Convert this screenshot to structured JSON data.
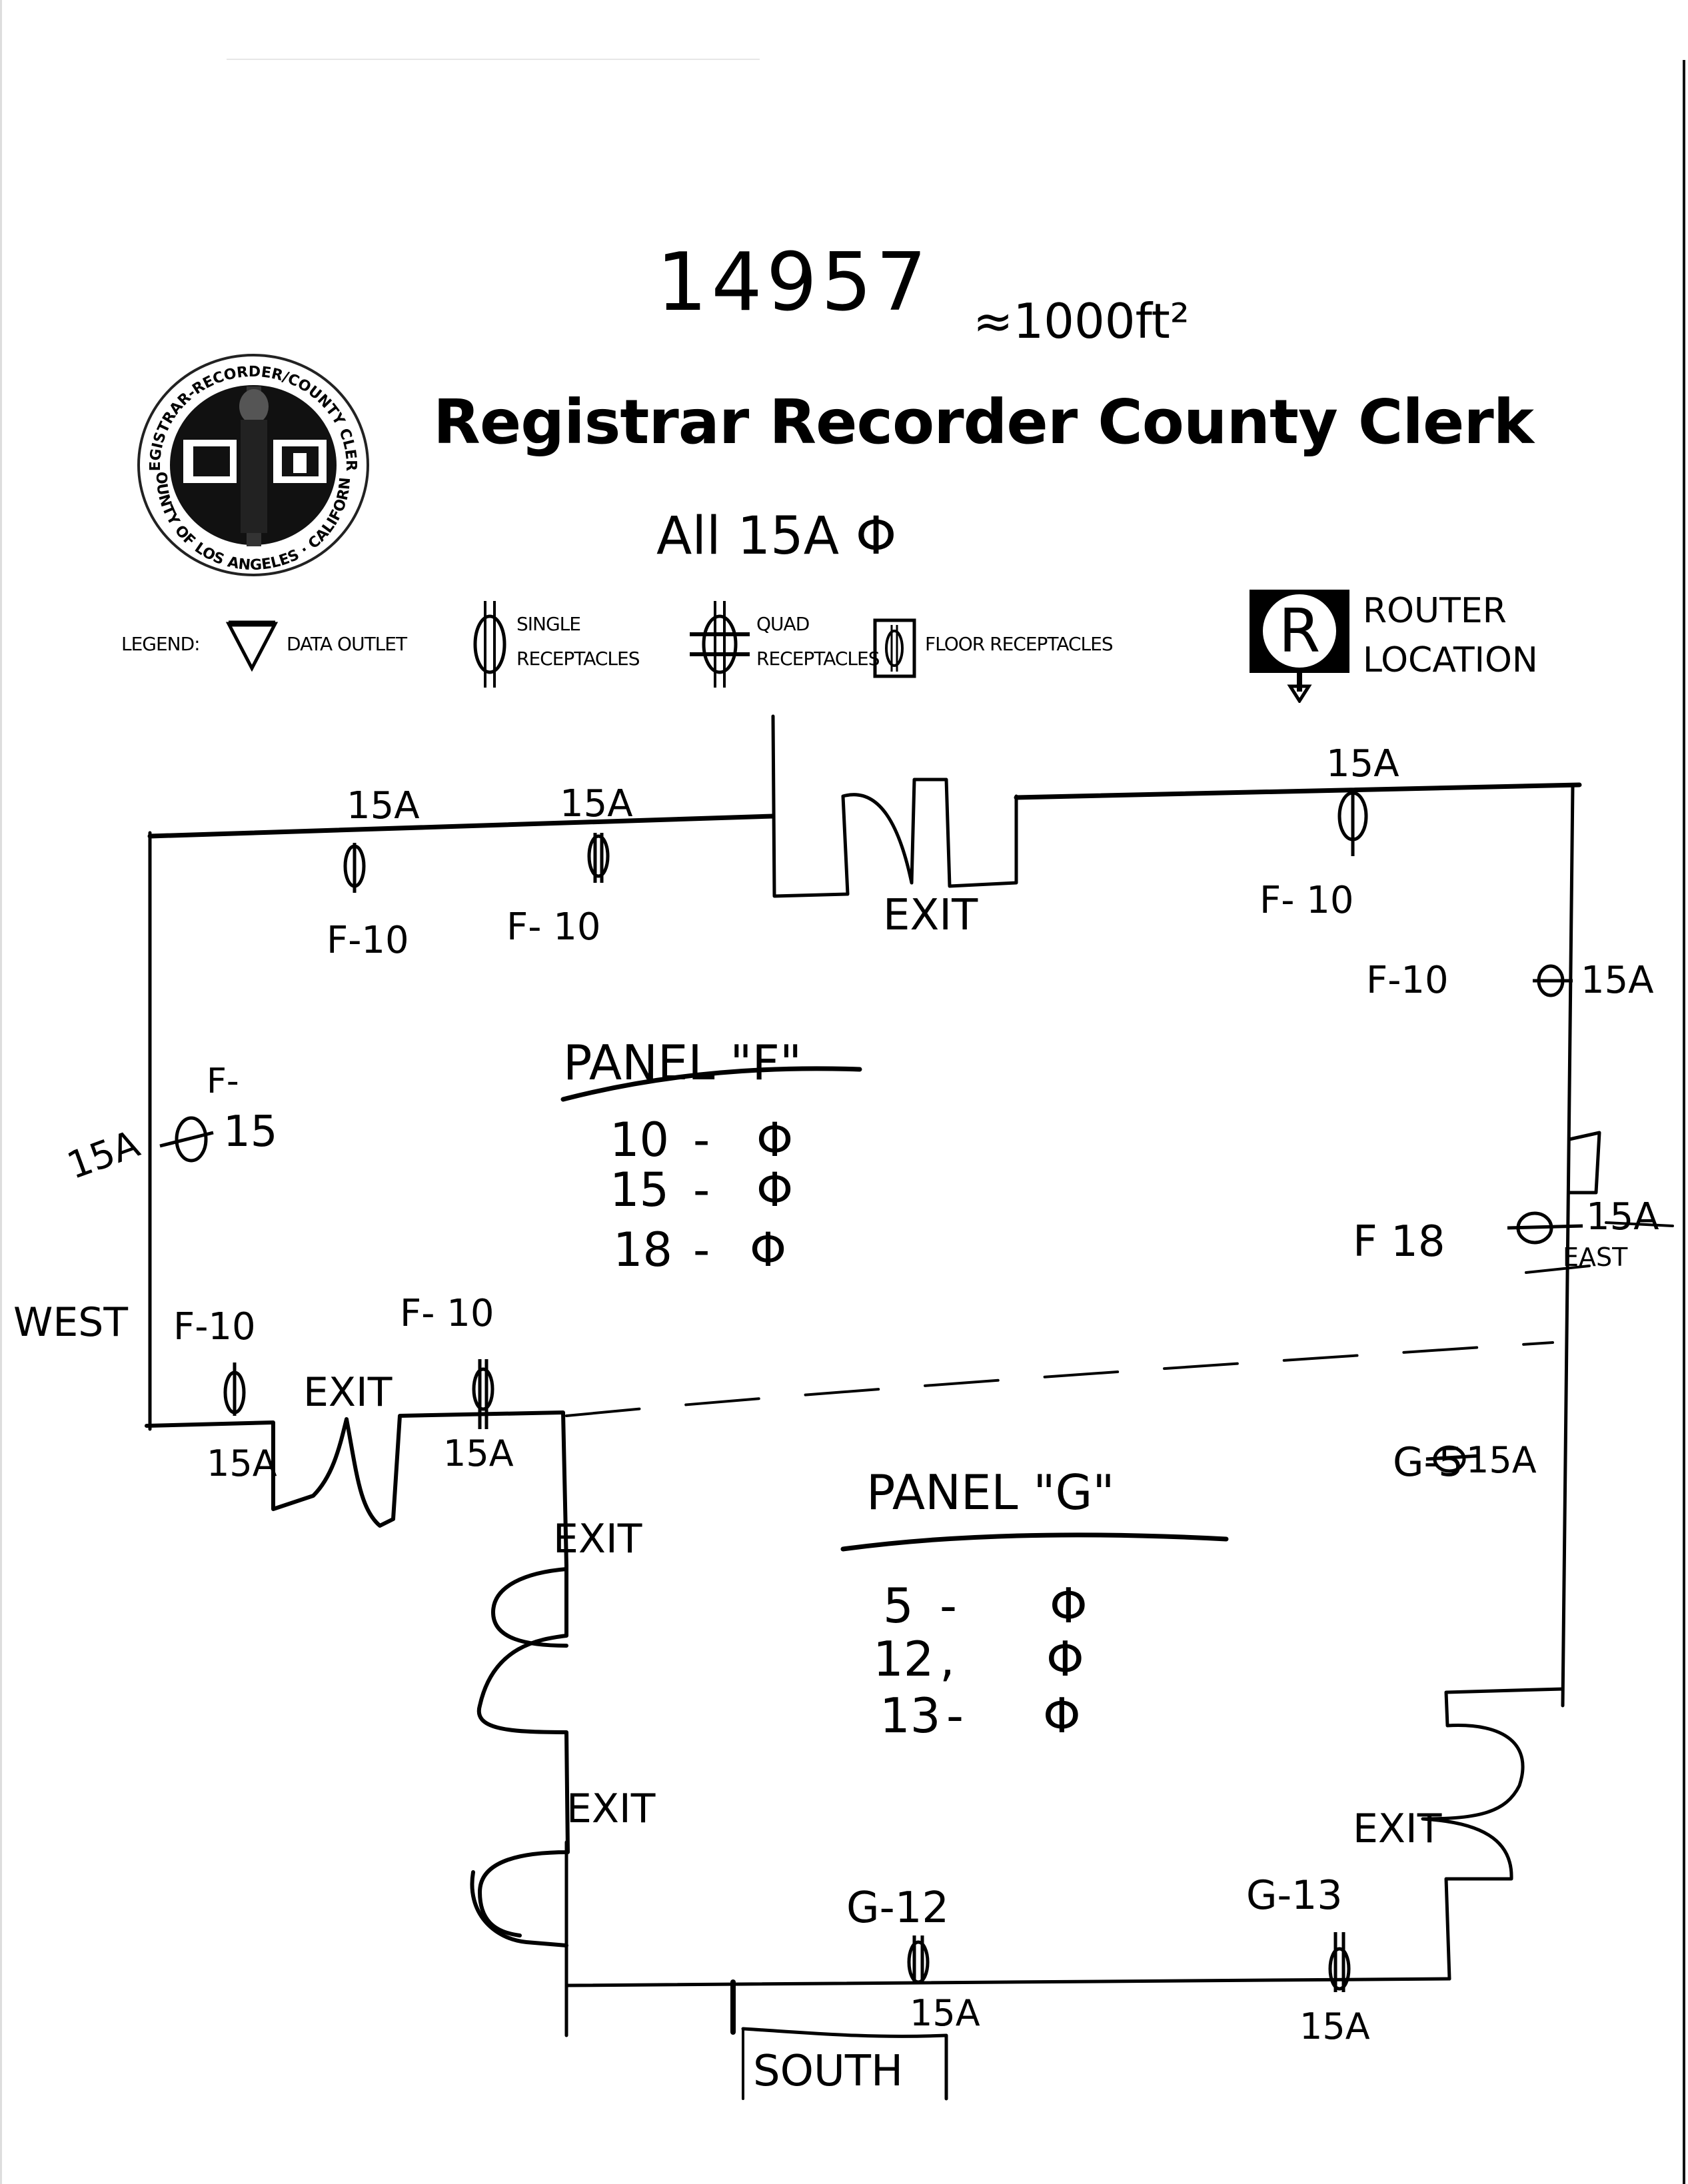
{
  "document": {
    "organization_title": "Registrar Recorder County Clerk",
    "seal": {
      "top_text": "REGISTRAR-RECORDER/COUNTY CLERK",
      "bottom_text": "COUNTY OF LOS ANGELES · CALIFORNIA"
    },
    "handwritten_notes": {
      "reference_number": "14957",
      "area_estimate": "≈1000ft²",
      "amperage_note": "All 15A Φ"
    }
  },
  "legend": {
    "label": "LEGEND:",
    "items": [
      {
        "icon": "data-outlet-icon",
        "label": "DATA OUTLET"
      },
      {
        "icon": "single-receptacle-icon",
        "label_line1": "SINGLE",
        "label_line2": "RECEPTACLES"
      },
      {
        "icon": "quad-receptacle-icon",
        "label_line1": "QUAD",
        "label_line2": "RECEPTACLES"
      },
      {
        "icon": "floor-receptacle-icon",
        "label": "FLOOR RECEPTACLES"
      },
      {
        "icon": "router-icon",
        "glyph": "R",
        "label_line1": "ROUTER",
        "label_line2": "LOCATION"
      }
    ]
  },
  "floor_plan": {
    "directions": {
      "west": "WEST",
      "east": "EAST",
      "south": "SOUTH"
    },
    "exits": [
      "EXIT",
      "EXIT",
      "EXIT",
      "EXIT",
      "EXIT"
    ],
    "receptacles": [
      {
        "circuit": "F-10",
        "amps": "15A",
        "wall": "north"
      },
      {
        "circuit": "F-10",
        "amps": "15A",
        "wall": "north"
      },
      {
        "circuit": "F-10",
        "amps": "15A",
        "wall": "north-east"
      },
      {
        "circuit": "F-10",
        "amps": "15A",
        "wall": "east"
      },
      {
        "circuit": "F-15",
        "amps": "15A",
        "wall": "west"
      },
      {
        "circuit": "F-18",
        "amps": "15A",
        "wall": "east"
      },
      {
        "circuit": "F-10",
        "amps": "15A",
        "wall": "south-west"
      },
      {
        "circuit": "F-10",
        "amps": "15A",
        "wall": "south-west"
      },
      {
        "circuit": "G-5",
        "amps": "15A",
        "wall": "east"
      },
      {
        "circuit": "G-12",
        "amps": "15A",
        "wall": "south"
      },
      {
        "circuit": "G-13",
        "amps": "15A",
        "wall": "south"
      }
    ],
    "labels": {
      "f10_a": "F-10",
      "f10_b": "F- 10",
      "f10_c": "F- 10",
      "f10_d": "F-10",
      "f15_letter": "F-",
      "f15_num": "15",
      "f18": "F 18",
      "f10_sw1": "F-10",
      "f10_sw2": "F- 10",
      "g5": "G-5",
      "g12": "G-12",
      "g13": "G-13",
      "amp": "15A"
    },
    "panels": [
      {
        "name": "PANEL \"F\"",
        "circuits": [
          {
            "number": "10",
            "phase": "Φ"
          },
          {
            "number": "15",
            "phase": "Φ"
          },
          {
            "number": "18",
            "phase": "Φ"
          }
        ]
      },
      {
        "name": "PANEL \"G\"",
        "circuits": [
          {
            "number": "5",
            "phase": "Φ"
          },
          {
            "number": "12",
            "phase": "Φ"
          },
          {
            "number": "13",
            "phase": "Φ"
          }
        ]
      }
    ]
  }
}
